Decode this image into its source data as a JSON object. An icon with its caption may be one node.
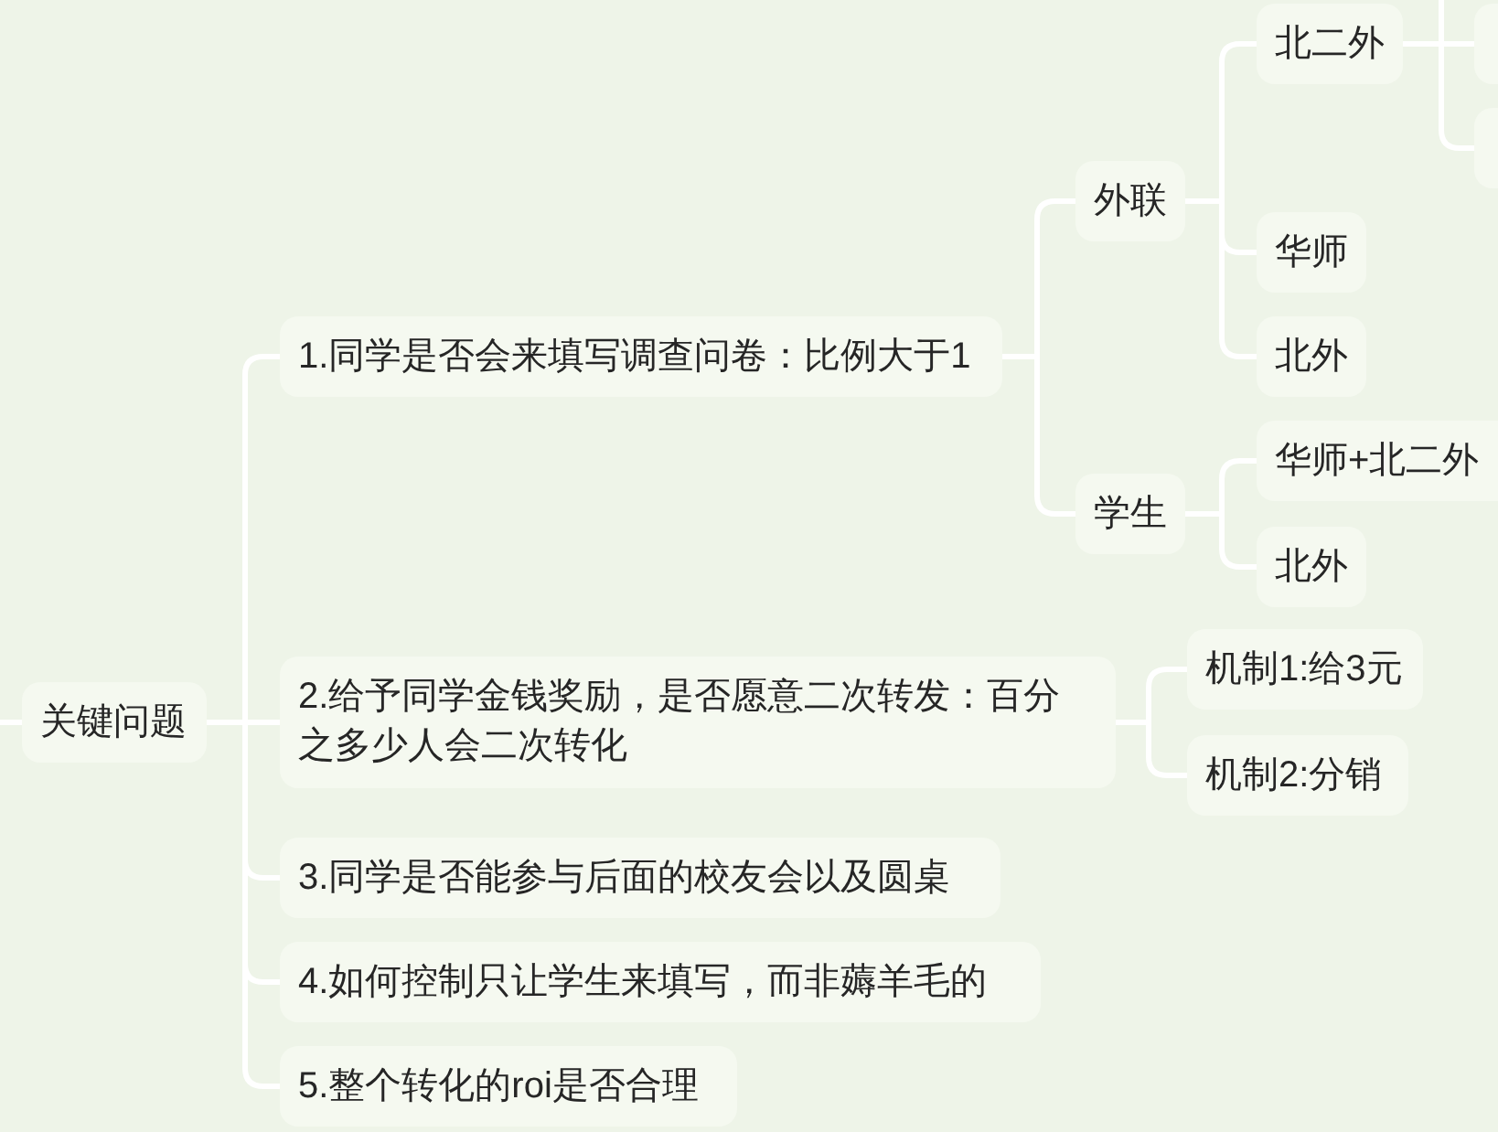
{
  "diagram": {
    "nodes": [
      {
        "text": [
          "关键问题"
        ]
      },
      {
        "text": [
          "1.同学是否会来填写调查问卷：比例大于1"
        ]
      },
      {
        "text": [
          "外联"
        ]
      },
      {
        "text": [
          "北二外"
        ]
      },
      {
        "text": [],
        "shape": "box"
      },
      {
        "text": [],
        "shape": "box"
      },
      {
        "text": [
          "华师"
        ]
      },
      {
        "text": [
          "北外"
        ]
      },
      {
        "text": [
          "学生"
        ]
      },
      {
        "text": [
          "华师+北二外"
        ]
      },
      {
        "text": [
          "北外"
        ]
      },
      {
        "text": [
          "2.给予同学金钱奖励，是否愿意二次转发：百分之多少人会二次转化"
        ]
      },
      {
        "text": [
          "机制1:给3元"
        ]
      },
      {
        "text": [
          "机制2:分销"
        ]
      },
      {
        "text": [
          "3.同学是否能参与后面的校友会以及圆桌"
        ]
      },
      {
        "text": [
          "4.如何控制只让学生来填写，而非薅羊毛的"
        ]
      },
      {
        "text": [
          "5.整个转化的roi是否合理"
        ]
      }
    ],
    "edges": [
      {
        "from": null,
        "to": 0,
        "arrow": "none"
      },
      {
        "from": 0,
        "to": 1,
        "arrow": "none"
      },
      {
        "from": 1,
        "to": 2,
        "arrow": "none"
      },
      {
        "from": 2,
        "to": 3,
        "arrow": "none"
      },
      {
        "from": 3,
        "to": null,
        "arrow": "none"
      },
      {
        "from": 3,
        "to": 4,
        "arrow": "none"
      },
      {
        "from": 3,
        "to": 5,
        "arrow": "none"
      },
      {
        "from": 2,
        "to": 6,
        "arrow": "none"
      },
      {
        "from": 2,
        "to": 7,
        "arrow": "none"
      },
      {
        "from": 1,
        "to": 8,
        "arrow": "none"
      },
      {
        "from": 8,
        "to": 9,
        "arrow": "none"
      },
      {
        "from": 8,
        "to": 10,
        "arrow": "none"
      },
      {
        "from": 0,
        "to": 11,
        "arrow": "none"
      },
      {
        "from": 11,
        "to": 12,
        "arrow": "none"
      },
      {
        "from": 11,
        "to": 13,
        "arrow": "none"
      },
      {
        "from": 0,
        "to": 14,
        "arrow": "none"
      },
      {
        "from": 0,
        "to": 15,
        "arrow": "none"
      },
      {
        "from": 0,
        "to": 16,
        "arrow": "none"
      }
    ]
  }
}
